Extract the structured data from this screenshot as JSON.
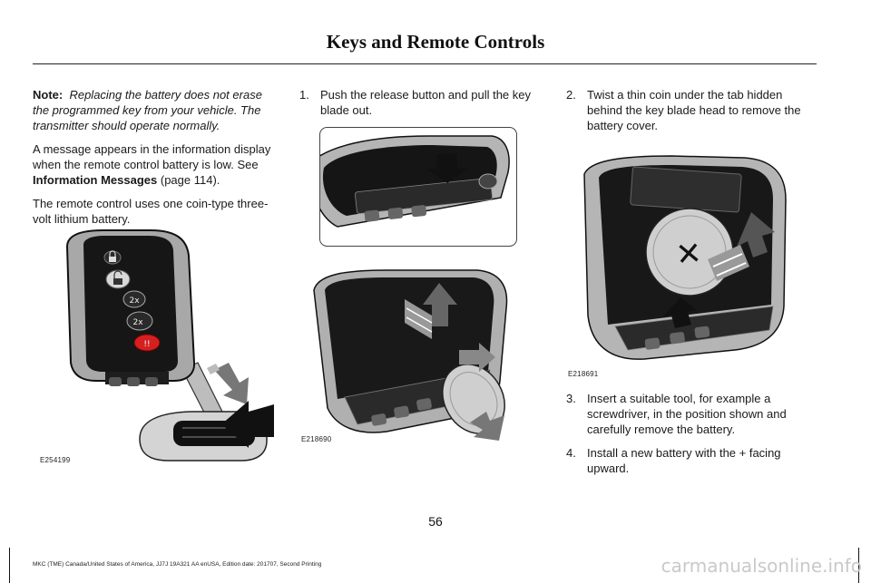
{
  "header": {
    "title": "Keys and Remote Controls"
  },
  "left_column": {
    "note_label": "Note:",
    "note_text": "Replacing the battery does not erase the programmed key from your vehicle.  The transmitter should operate normally.",
    "para1_pre": "A message appears in the information display when the remote control battery is low.  See ",
    "para1_link": "Information Messages",
    "para1_post": " (page 114).",
    "para2": "The remote control uses one coin-type three-volt lithium battery.",
    "figure_code": "E254199"
  },
  "middle_column": {
    "step1_num": "1.",
    "step1_text": "Push the release button and pull the key blade out.",
    "figure_code": "E218690"
  },
  "right_column": {
    "step2_num": "2.",
    "step2_text": "Twist a thin coin under the tab hidden behind the key blade head to remove the battery cover.",
    "figure_code": "E218691",
    "step3_num": "3.",
    "step3_text": "Insert a suitable tool, for example a screwdriver, in the position shown and carefully remove the battery.",
    "step4_num": "4.",
    "step4_text": "Install a new battery with the + facing upward."
  },
  "page_number": "56",
  "footer": "MKC (TME) Canada/United States of America, JJ7J 19A321 AA enUSA, Edition date: 201707, Second Printing",
  "watermark": "carmanualsonline.info",
  "colors": {
    "text": "#1a1a1a",
    "rule": "#222222",
    "fob_red": "#d42020",
    "watermark": "#c9c9c9"
  }
}
